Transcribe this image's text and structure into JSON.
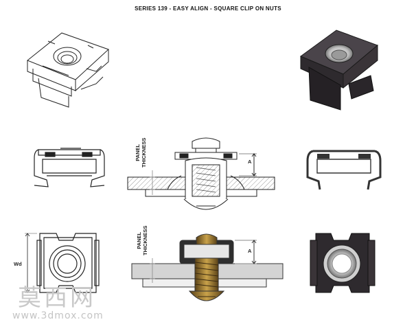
{
  "title": "SERIES 139 - EASY ALIGN - SQUARE CLIP ON NUTS",
  "labels": {
    "panel_top": "PANEL\nTHICKNESS",
    "panel_bottom": "PANEL\nTHICKNESS",
    "dim_a_top": "A",
    "dim_a_bottom": "A",
    "dim_wd": "Wd"
  },
  "watermark": {
    "cn": "莫西网",
    "url": "www.3dmox.com"
  },
  "colors": {
    "line": "#222222",
    "hatch": "#bbbbbb",
    "render_dark": "#3a3438",
    "render_mid": "#5a5458",
    "thread_gray": "#c8c8c8",
    "brass": "#8a6a2a",
    "panel_gray": "#d4d4d4"
  }
}
